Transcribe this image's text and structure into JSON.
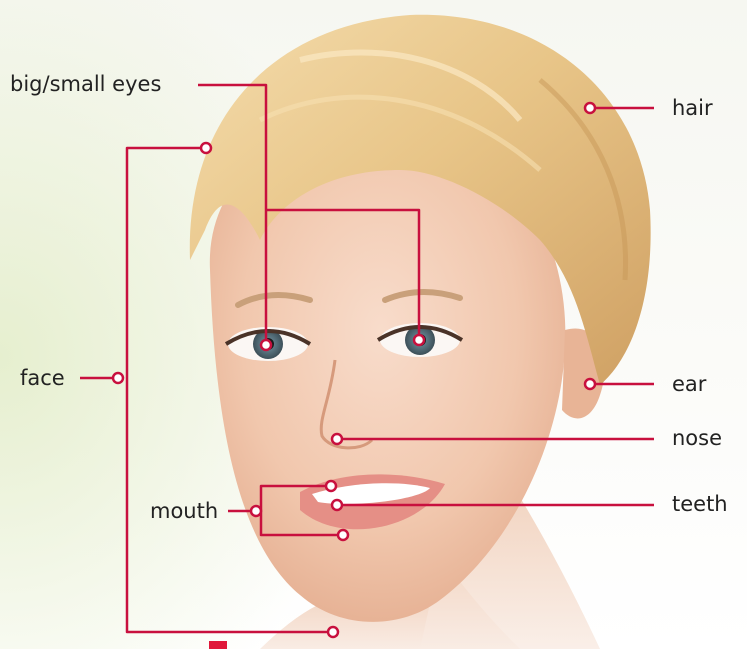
{
  "labels": {
    "eyes": "big/small eyes",
    "hair": "hair",
    "face": "face",
    "ear": "ear",
    "nose": "nose",
    "mouth": "mouth",
    "teeth": "teeth"
  },
  "colors": {
    "callout_line": "#c8103e",
    "marker": "#e0183a",
    "label_text": "#222222"
  }
}
